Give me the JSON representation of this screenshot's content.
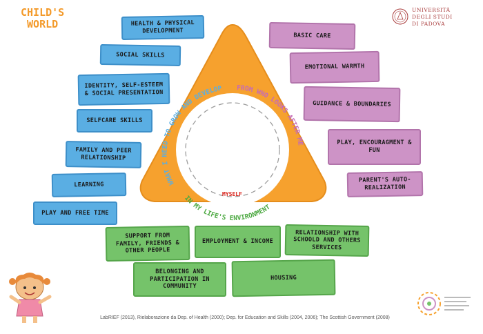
{
  "title_lines": [
    "CHILD'S",
    "WORLD"
  ],
  "university": [
    "UNIVERSITÀ",
    "DEGLI STUDI",
    "DI PADOVA"
  ],
  "center_label": "MYSELF",
  "ring_texts": {
    "left": "WHAT I NEED TO GROW AND DEVELOP",
    "right": "FROM WHO LOOKS AFTER ME",
    "bottom": "IN MY LIFE'S ENVIRONMENT"
  },
  "blue_boxes": [
    "HEALTH & PHYSICAL DEVELOPMENT",
    "SOCIAL SKILLS",
    "IDENTITY, SELF-ESTEEM & SOCIAL PRESENTATION",
    "SELFCARE SKILLS",
    "FAMILY AND PEER RELATIONSHIP",
    "LEARNING",
    "PLAY AND FREE TIME"
  ],
  "pink_boxes": [
    "BASIC CARE",
    "EMOTIONAL WARMTH",
    "GUIDANCE & BOUNDARIES",
    "PLAY, ENCOURAGMENT & FUN",
    "PARENT'S AUTO-REALIZATION"
  ],
  "green_boxes": [
    "SUPPORT FROM FAMILY, FRIENDS & OTHER PEOPLE",
    "EMPLOYMENT & INCOME",
    "RELATIONSHIP WITH SCHOOLD AND OTHERS SERVICES",
    "BELONGING AND PARTICIPATION IN COMMUNITY",
    "HOUSING"
  ],
  "caption": "LabRIEF (2013), Rielaborazione da Dep. of Health (2000); Dep. for Education and Skills (2004, 2006); The Scottish Government (2008)",
  "colors": {
    "blue": "#5aaee3",
    "pink": "#cd93c6",
    "green": "#75c36a",
    "orange": "#f6a12e",
    "title": "#f39a2a"
  }
}
